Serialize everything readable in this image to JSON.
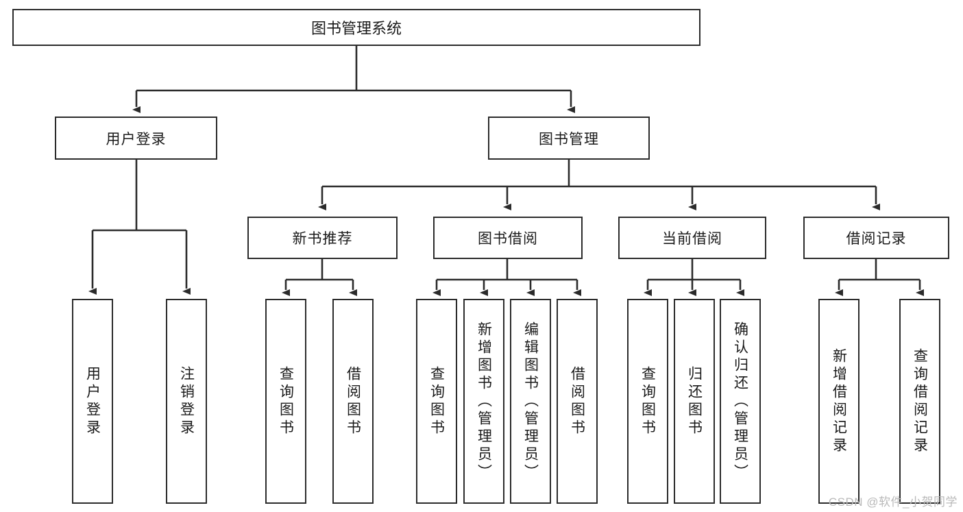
{
  "diagram": {
    "type": "tree",
    "title": "图书管理系统",
    "watermark": "CSDN @软件_小贺同学",
    "colors": {
      "border": "#2b2b2b",
      "background": "#ffffff",
      "text": "#1a1a1a",
      "connector": "#2b2b2b",
      "watermark": "#b9b9b9"
    },
    "nodes": {
      "root": {
        "label": "图书管理系统"
      },
      "level2": [
        {
          "id": "user-login",
          "label": "用户登录"
        },
        {
          "id": "book-manage",
          "label": "图书管理"
        }
      ],
      "level3": [
        {
          "id": "new-book-recommend",
          "label": "新书推荐"
        },
        {
          "id": "book-borrow",
          "label": "图书借阅"
        },
        {
          "id": "current-borrow",
          "label": "当前借阅"
        },
        {
          "id": "borrow-record",
          "label": "借阅记录"
        }
      ],
      "leaves": {
        "user-login": [
          {
            "id": "leaf-user-login",
            "label": "用户登录"
          },
          {
            "id": "leaf-logout-login",
            "label": "注销登录"
          }
        ],
        "new-book-recommend": [
          {
            "id": "leaf-query-book-1",
            "label": "查询图书"
          },
          {
            "id": "leaf-borrow-book-1",
            "label": "借阅图书"
          }
        ],
        "book-borrow": [
          {
            "id": "leaf-query-book-2",
            "label": "查询图书"
          },
          {
            "id": "leaf-add-book",
            "label": "新增图书（管理员）"
          },
          {
            "id": "leaf-edit-book",
            "label": "编辑图书（管理员）"
          },
          {
            "id": "leaf-borrow-book-2",
            "label": "借阅图书"
          }
        ],
        "current-borrow": [
          {
            "id": "leaf-query-book-3",
            "label": "查询图书"
          },
          {
            "id": "leaf-return-book",
            "label": "归还图书"
          },
          {
            "id": "leaf-confirm-return",
            "label": "确认归还（管理员）"
          }
        ],
        "borrow-record": [
          {
            "id": "leaf-add-record",
            "label": "新增借阅记录"
          },
          {
            "id": "leaf-query-record",
            "label": "查询借阅记录"
          }
        ]
      }
    }
  }
}
